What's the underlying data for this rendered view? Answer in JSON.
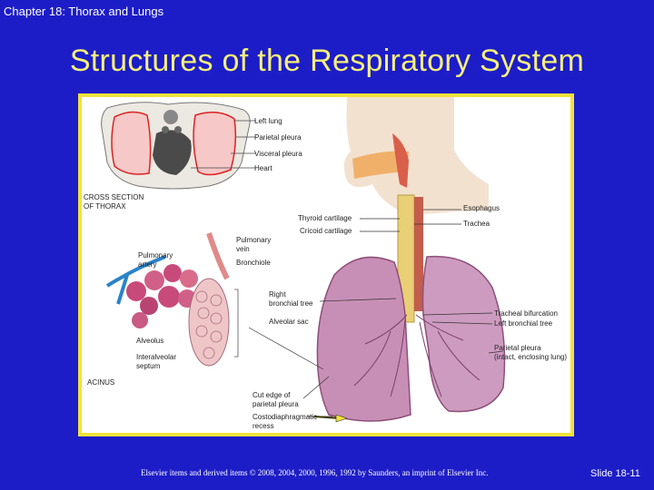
{
  "header": {
    "chapter": "Chapter 18: Thorax and Lungs"
  },
  "slide": {
    "title": "Structures of the Respiratory System",
    "footer": "Elsevier items and derived items © 2008, 2004, 2000, 1996, 1992 by Saunders, an imprint of Elsevier Inc.",
    "number": "Slide 18-11"
  },
  "figure": {
    "labels": {
      "left_lung": "Left lung",
      "parietal_pleura": "Parietal pleura",
      "visceral_pleura": "Visceral pleura",
      "heart": "Heart",
      "cross_section_1": "CROSS SECTION",
      "cross_section_2": "OF THORAX",
      "thyroid_cartilage": "Thyroid cartilage",
      "cricoid_cartilage": "Cricoid cartilage",
      "esophagus": "Esophagus",
      "trachea": "Trachea",
      "pulmonary_vein_1": "Pulmonary",
      "pulmonary_vein_2": "vein",
      "pulmonary_artery_1": "Pulmonary",
      "pulmonary_artery_2": "artery",
      "bronchiole": "Bronchiole",
      "right_bronchial_tree_1": "Right",
      "right_bronchial_tree_2": "bronchial tree",
      "alveolar_sac": "Alveolar sac",
      "alveolus": "Alveolus",
      "interalveolar_septum_1": "Interalveolar",
      "interalveolar_septum_2": "septum",
      "acinus": "ACINUS",
      "tracheal_bifurcation": "Tracheal bifurcation",
      "left_bronchial_tree": "Left bronchial tree",
      "parietal_pleura_2a": "Parietal pleura",
      "parietal_pleura_2b": "(intact, enclosing lung)",
      "cut_edge_1": "Cut edge of",
      "cut_edge_2": "parietal pleura",
      "costodiaphragmatic_1": "Costodiaphragmatic",
      "costodiaphragmatic_2": "recess"
    }
  }
}
